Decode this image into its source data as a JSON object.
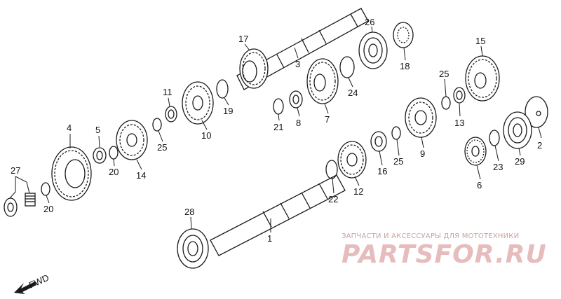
{
  "diagram": {
    "labels": [
      "1",
      "2",
      "3",
      "4",
      "5",
      "6",
      "7",
      "8",
      "9",
      "10",
      "11",
      "12",
      "13",
      "14",
      "15",
      "16",
      "17",
      "18",
      "19",
      "20",
      "21",
      "22",
      "23",
      "24",
      "25",
      "26",
      "27",
      "28",
      "29"
    ],
    "fwd_label": "FWD"
  },
  "watermark": {
    "caption": "ЗАПЧАСТИ И АКСЕССУАРЫ ДЛЯ МОТОТЕХНИКИ",
    "logo": "PARTSFOR.RU"
  }
}
